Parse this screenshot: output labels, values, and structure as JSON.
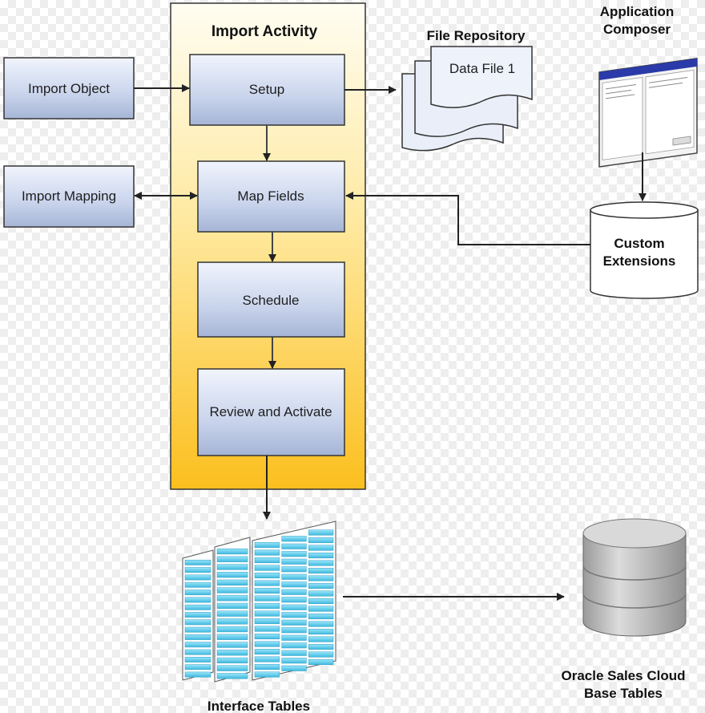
{
  "activity": {
    "title": "Import Activity"
  },
  "steps": [
    {
      "label": "Setup"
    },
    {
      "label": "Map Fields"
    },
    {
      "label": "Schedule"
    },
    {
      "label": "Review and Activate"
    }
  ],
  "left_boxes": {
    "import_object": "Import Object",
    "import_mapping": "Import Mapping"
  },
  "repository": {
    "title": "File Repository",
    "file_label": "Data File 1"
  },
  "composer": {
    "title_line1": "Application",
    "title_line2": "Composer"
  },
  "extensions": {
    "line1": "Custom",
    "line2": "Extensions"
  },
  "interface_tables": {
    "label": "Interface Tables"
  },
  "base_tables": {
    "line1": "Oracle Sales Cloud",
    "line2": "Base Tables"
  },
  "colors": {
    "box_fill_top": "#e8eefa",
    "box_fill_bottom": "#a9b8d8",
    "activity_top": "#fffbe6",
    "activity_bottom": "#fbc02d",
    "table_blue": "#5fd0ee",
    "db_gray": "#c4c4c4"
  }
}
